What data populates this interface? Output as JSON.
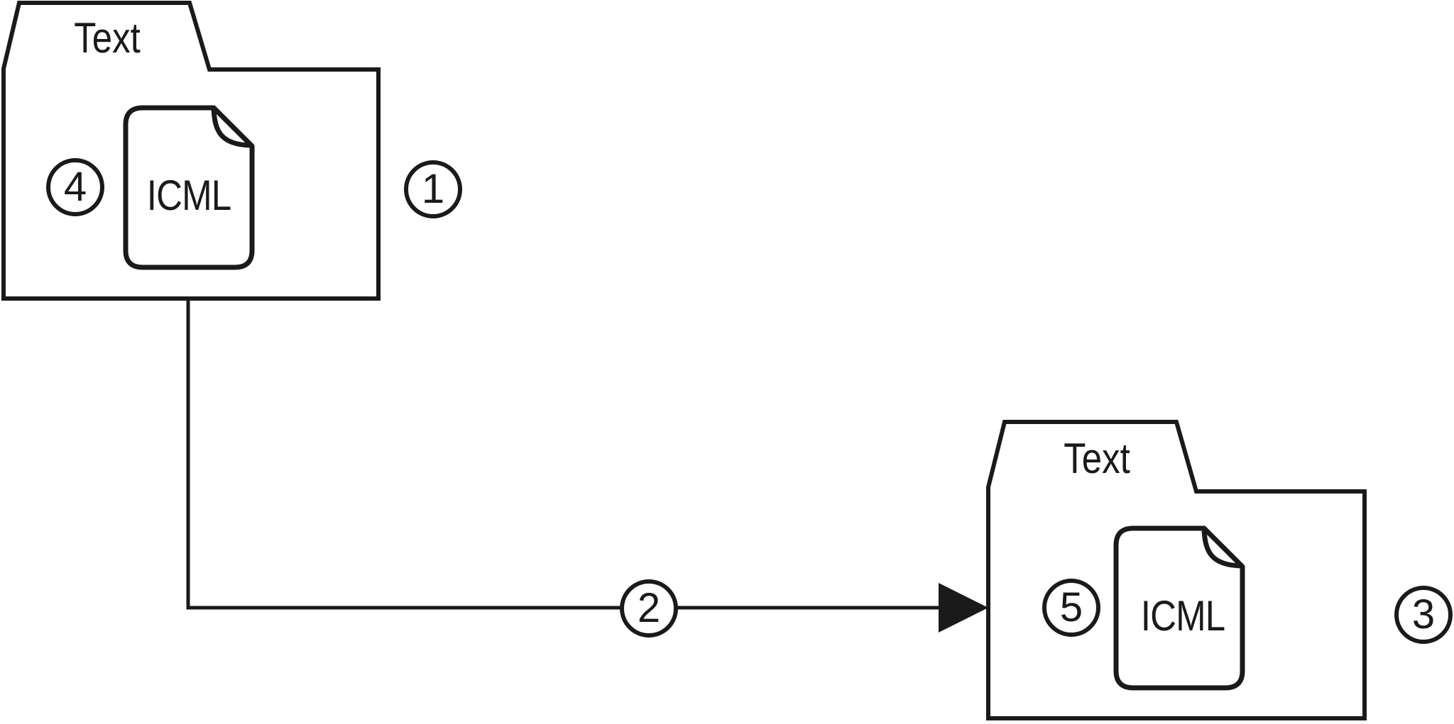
{
  "diagram": {
    "colors": {
      "stroke": "#1a1a1a",
      "background": "#ffffff"
    },
    "source_folder": {
      "label": "Text",
      "file": {
        "label": "ICML"
      },
      "file_badge": "4",
      "folder_badge": "1"
    },
    "target_folder": {
      "label": "Text",
      "file": {
        "label": "ICML"
      },
      "file_badge": "5",
      "folder_badge": "3"
    },
    "connector_badge": "2"
  }
}
